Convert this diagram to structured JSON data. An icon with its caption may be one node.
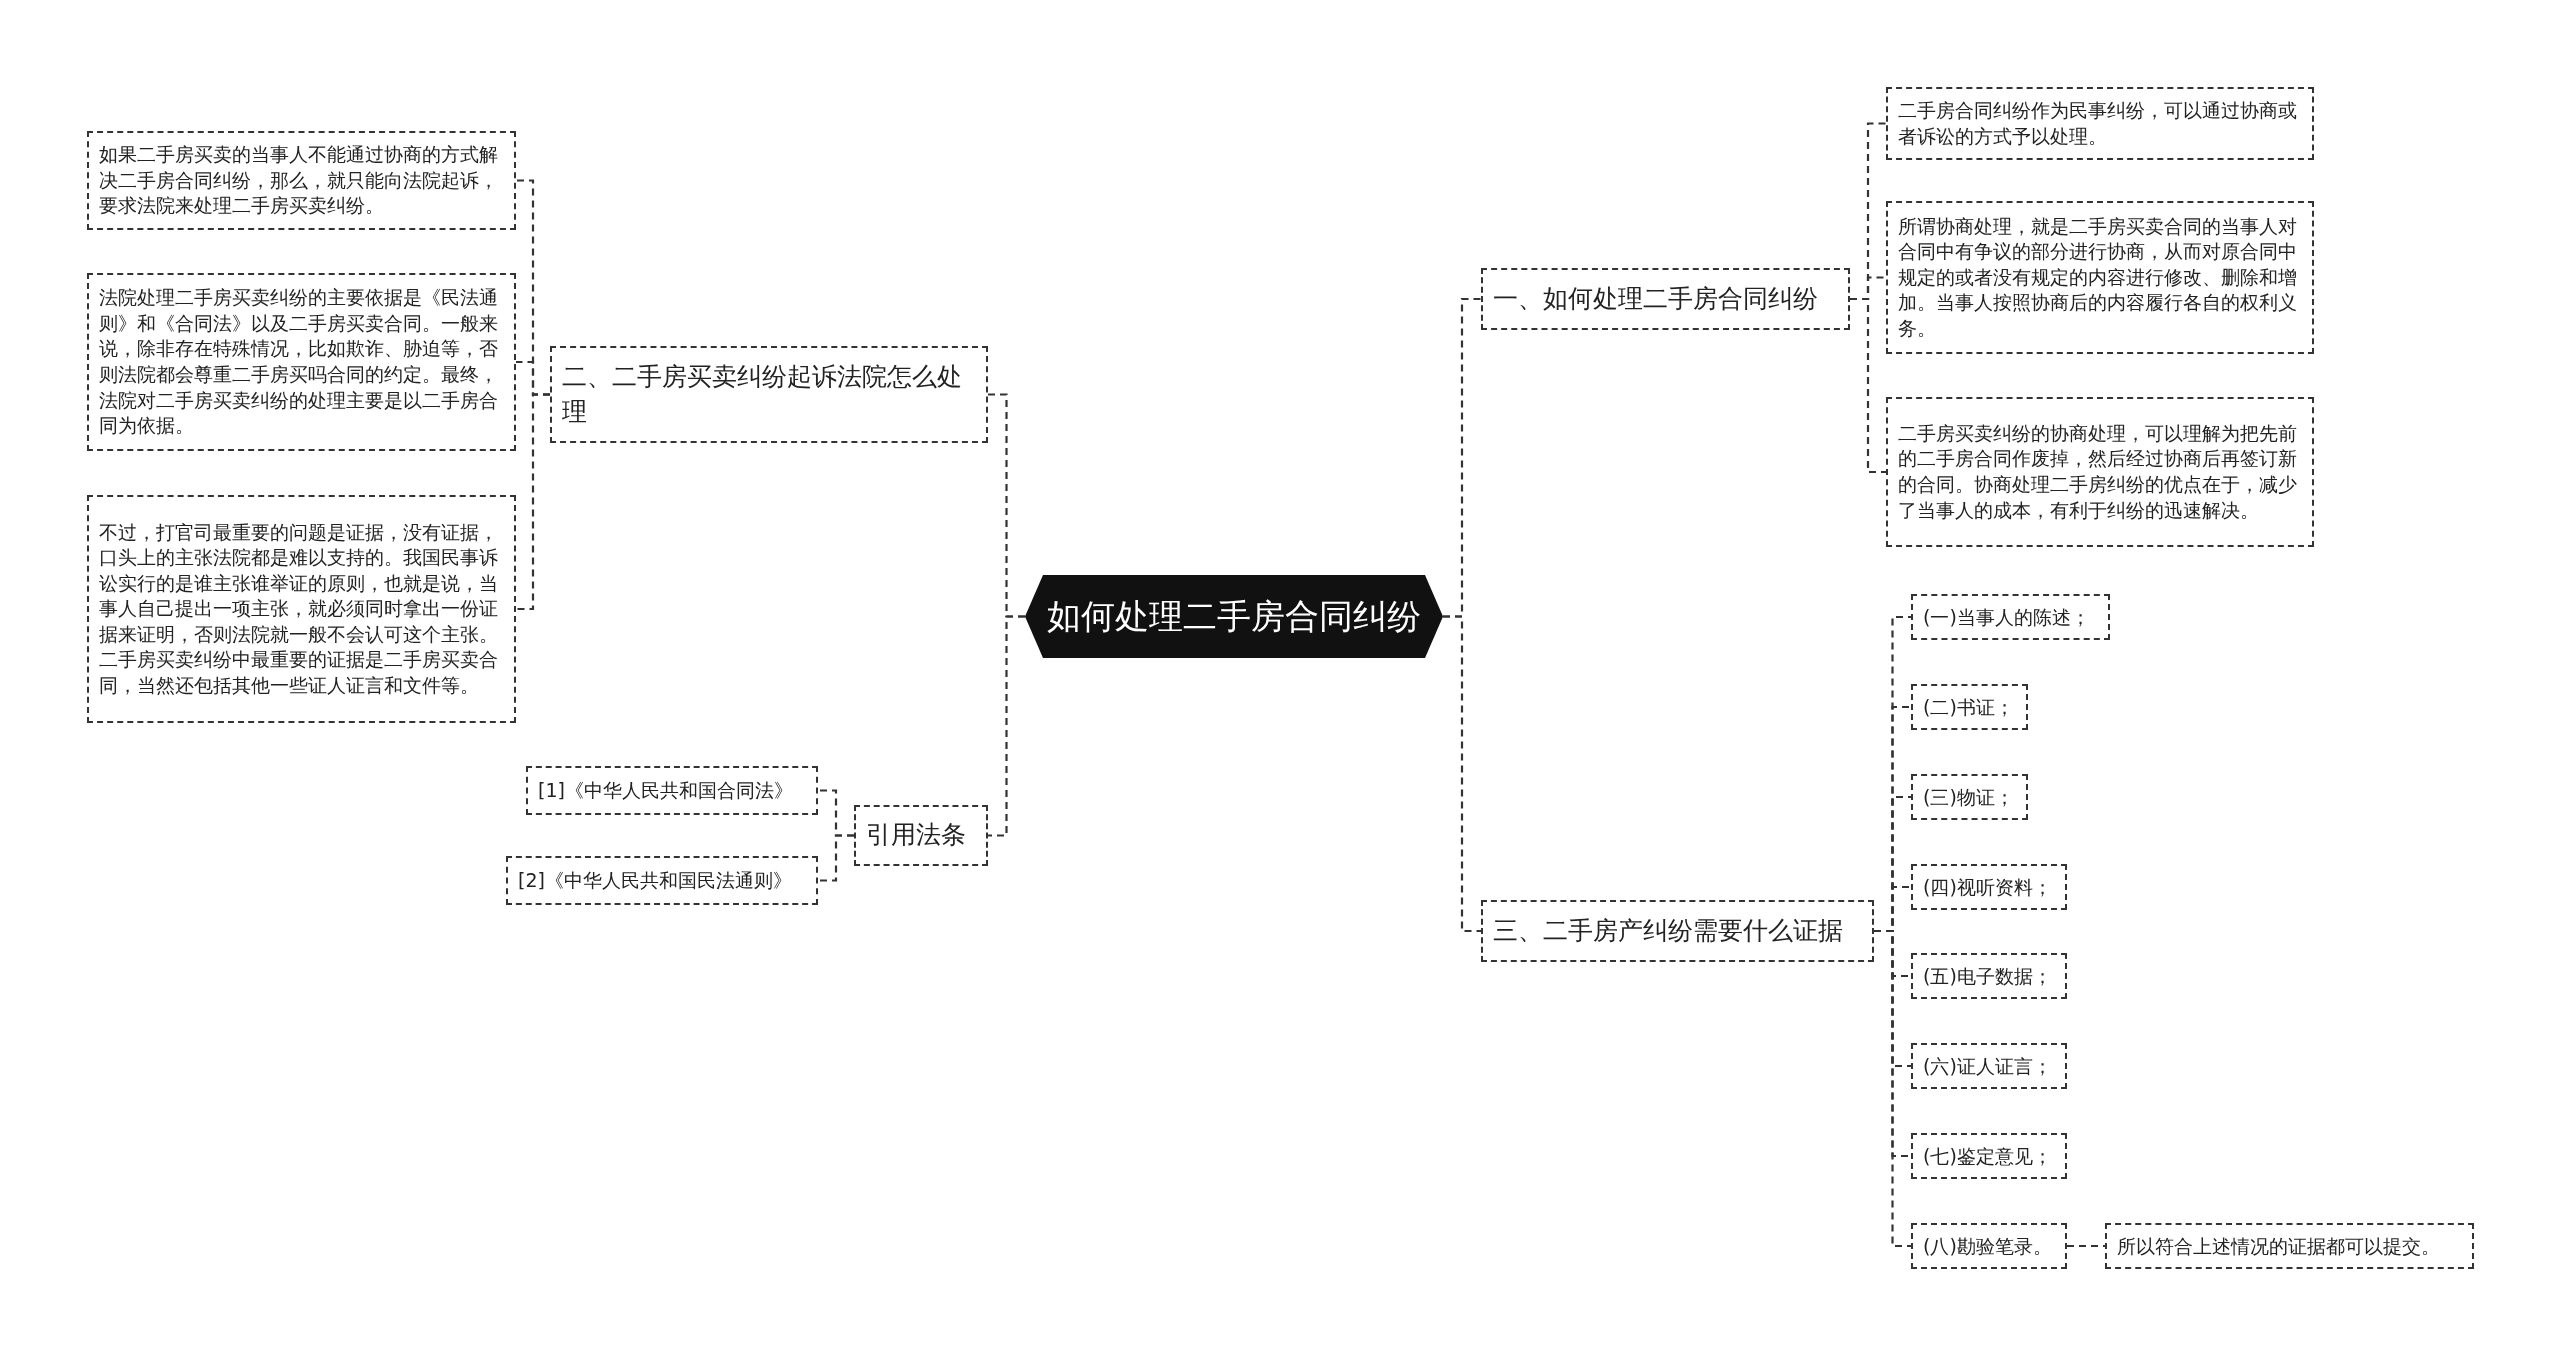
{
  "diagram": {
    "nodes": [
      {
        "text": [
          "如何处理二手房合同纠纷"
        ]
      },
      {
        "text": [
          "一、如何处理二手房合同纠纷"
        ]
      },
      {
        "text": [
          "二手房合同纠纷作为民事纠纷，可以通过协商或者诉讼的方式予以处理。"
        ]
      },
      {
        "text": [
          "所谓协商处理，就是二手房买卖合同的当事人对合同中有争议的部分进行协商，从而对原合同中规定的或者没有规定的内容进行修改、删除和增加。当事人按照协商后的内容履行各自的权利义务。"
        ]
      },
      {
        "text": [
          "二手房买卖纠纷的协商处理，可以理解为把先前的二手房合同作废掉，然后经过协商后再签订新的合同。协商处理二手房纠纷的优点在于，减少了当事人的成本，有利于纠纷的迅速解决。"
        ]
      },
      {
        "text": [
          "三、二手房产纠纷需要什么证据"
        ]
      },
      {
        "text": [
          "(一)当事人的陈述；"
        ]
      },
      {
        "text": [
          "(二)书证；"
        ]
      },
      {
        "text": [
          "(三)物证；"
        ]
      },
      {
        "text": [
          "(四)视听资料；"
        ]
      },
      {
        "text": [
          "(五)电子数据；"
        ]
      },
      {
        "text": [
          "(六)证人证言；"
        ]
      },
      {
        "text": [
          "(七)鉴定意见；"
        ]
      },
      {
        "text": [
          "(八)勘验笔录。"
        ]
      },
      {
        "text": [
          "所以符合上述情况的证据都可以提交。"
        ]
      },
      {
        "text": [
          "二、二手房买卖纠纷起诉法院怎么处理"
        ]
      },
      {
        "text": [
          "如果二手房买卖的当事人不能通过协商的方式解决二手房合同纠纷，那么，就只能向法院起诉，要求法院来处理二手房买卖纠纷。"
        ]
      },
      {
        "text": [
          "法院处理二手房买卖纠纷的主要依据是《民法通则》和《合同法》以及二手房买卖合同。一般来说，除非存在特殊情况，比如欺诈、胁迫等，否则法院都会尊重二手房买吗合同的约定。最终，法院对二手房买卖纠纷的处理主要是以二手房合同为依据。"
        ]
      },
      {
        "text": [
          "不过，打官司最重要的问题是证据，没有证据，口头上的主张法院都是难以支持的。我国民事诉讼实行的是谁主张谁举证的原则，也就是说，当事人自己提出一项主张，就必须同时拿出一份证据来证明，否则法院就一般不会认可这个主张。二手房买卖纠纷中最重要的证据是二手房买卖合同，当然还包括其他一些证人证言和文件等。"
        ]
      },
      {
        "text": [
          "引用法条"
        ]
      },
      {
        "text": [
          "[1]《中华人民共和国合同法》"
        ]
      },
      {
        "text": [
          "[2]《中华人民共和国民法通则》"
        ]
      }
    ],
    "edges": [
      {
        "from": 0,
        "to": 1,
        "arrow": "none"
      },
      {
        "from": 1,
        "to": 2,
        "arrow": "none"
      },
      {
        "from": 1,
        "to": 3,
        "arrow": "none"
      },
      {
        "from": 1,
        "to": 4,
        "arrow": "none"
      },
      {
        "from": 0,
        "to": 5,
        "arrow": "none"
      },
      {
        "from": 5,
        "to": 6,
        "arrow": "none"
      },
      {
        "from": 5,
        "to": 7,
        "arrow": "none"
      },
      {
        "from": 5,
        "to": 8,
        "arrow": "none"
      },
      {
        "from": 5,
        "to": 9,
        "arrow": "none"
      },
      {
        "from": 5,
        "to": 10,
        "arrow": "none"
      },
      {
        "from": 5,
        "to": 11,
        "arrow": "none"
      },
      {
        "from": 5,
        "to": 12,
        "arrow": "none"
      },
      {
        "from": 5,
        "to": 13,
        "arrow": "none"
      },
      {
        "from": 13,
        "to": 14,
        "arrow": "none"
      },
      {
        "from": 0,
        "to": 15,
        "arrow": "none"
      },
      {
        "from": 15,
        "to": 16,
        "arrow": "none"
      },
      {
        "from": 15,
        "to": 17,
        "arrow": "none"
      },
      {
        "from": 15,
        "to": 18,
        "arrow": "none"
      },
      {
        "from": 0,
        "to": 19,
        "arrow": "none"
      },
      {
        "from": 19,
        "to": 20,
        "arrow": "none"
      },
      {
        "from": 19,
        "to": 21,
        "arrow": "none"
      }
    ]
  }
}
